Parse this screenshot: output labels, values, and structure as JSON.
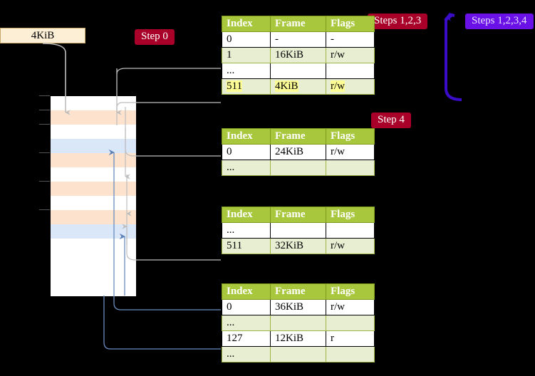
{
  "labels": {
    "kib_box": "4KiB",
    "step0": "Step 0",
    "step4": "Step 4",
    "steps123": "Steps 1,2,3",
    "steps1234": "Steps 1,2,3,4"
  },
  "colors": {
    "table_header_bg": "#a8c73c",
    "table_alt_row_bg": "#e8eed2",
    "highlight": "#fdfd96",
    "badge_red": "#a80028",
    "badge_blue": "#6a11e8",
    "memory_peach": "#fde3ce",
    "memory_blue": "#d9e7f8",
    "kib_box_bg": "#fdefd6",
    "grey_arrow": "#bdbdbd",
    "blue_arrow": "#6a8cc0",
    "blue_bracket": "#3a0cc8"
  },
  "tables": [
    {
      "name": "pml4-table",
      "headers": [
        "Index",
        "Frame",
        "Flags"
      ],
      "rows": [
        {
          "cells": [
            "0",
            "-",
            "-"
          ],
          "alt": false,
          "highlight": false
        },
        {
          "cells": [
            "1",
            "16KiB",
            "r/w"
          ],
          "alt": true,
          "highlight": false
        },
        {
          "cells": [
            "...",
            "",
            ""
          ],
          "alt": false,
          "highlight": false
        },
        {
          "cells": [
            "511",
            "4KiB",
            "r/w"
          ],
          "alt": true,
          "highlight": true
        }
      ]
    },
    {
      "name": "pdpt-table",
      "headers": [
        "Index",
        "Frame",
        "Flags"
      ],
      "rows": [
        {
          "cells": [
            "0",
            "24KiB",
            "r/w"
          ],
          "alt": false,
          "highlight": false
        },
        {
          "cells": [
            "...",
            "",
            ""
          ],
          "alt": true,
          "highlight": false
        }
      ]
    },
    {
      "name": "pd-table",
      "headers": [
        "Index",
        "Frame",
        "Flags"
      ],
      "rows": [
        {
          "cells": [
            "...",
            "",
            ""
          ],
          "alt": false,
          "highlight": false
        },
        {
          "cells": [
            "511",
            "32KiB",
            "r/w"
          ],
          "alt": true,
          "highlight": false
        }
      ]
    },
    {
      "name": "pt-table",
      "headers": [
        "Index",
        "Frame",
        "Flags"
      ],
      "rows": [
        {
          "cells": [
            "0",
            "36KiB",
            "r/w"
          ],
          "alt": false,
          "highlight": false
        },
        {
          "cells": [
            "...",
            "",
            ""
          ],
          "alt": true,
          "highlight": false
        },
        {
          "cells": [
            "127",
            "12KiB",
            "r"
          ],
          "alt": false,
          "highlight": false
        },
        {
          "cells": [
            "...",
            "",
            ""
          ],
          "alt": true,
          "highlight": false
        }
      ]
    }
  ],
  "memory": {
    "name": "physical-memory-column",
    "rows": [
      {
        "fill": "white",
        "tick": true
      },
      {
        "fill": "peach",
        "tick": true
      },
      {
        "fill": "white",
        "tick": true
      },
      {
        "fill": "blue",
        "tick": false
      },
      {
        "fill": "peach",
        "tick": true
      },
      {
        "fill": "white",
        "tick": false
      },
      {
        "fill": "peach",
        "tick": true
      },
      {
        "fill": "white",
        "tick": false
      },
      {
        "fill": "peach",
        "tick": true
      },
      {
        "fill": "blue",
        "tick": false
      },
      {
        "fill": "white",
        "tick": false
      },
      {
        "fill": "white",
        "tick": false
      },
      {
        "fill": "white",
        "tick": false
      },
      {
        "fill": "white",
        "tick": false
      }
    ]
  }
}
